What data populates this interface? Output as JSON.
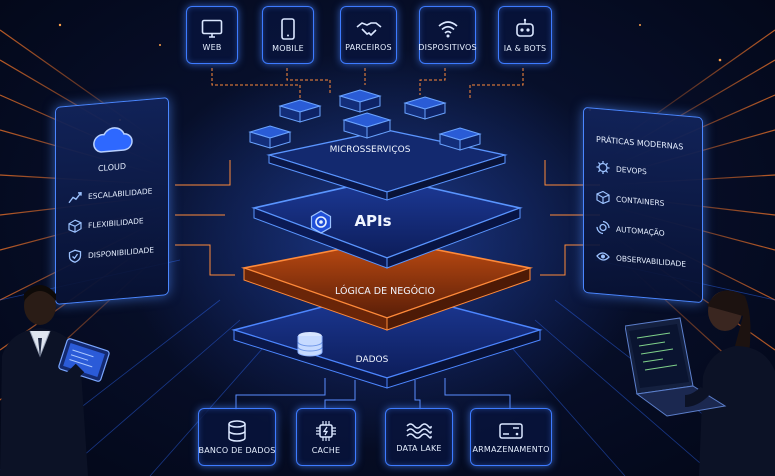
{
  "top_row": [
    {
      "label": "WEB",
      "icon": "monitor-icon"
    },
    {
      "label": "MOBILE",
      "icon": "smartphone-icon"
    },
    {
      "label": "PARCEIROS",
      "icon": "handshake-icon"
    },
    {
      "label": "DISPOSITIVOS",
      "icon": "wifi-icon"
    },
    {
      "label": "IA & BOTS",
      "icon": "robot-icon"
    }
  ],
  "layers": {
    "microservices": "MICROSSERVIÇOS",
    "apis": "APIs",
    "business_logic": "LÓGICA DE NEGÓCIO",
    "data": "DADOS"
  },
  "left_panel": {
    "title": "CLOUD",
    "items": [
      {
        "label": "ESCALABILIDADE",
        "icon": "chart-up-icon"
      },
      {
        "label": "FLEXIBILIDADE",
        "icon": "cube-icon"
      },
      {
        "label": "DISPONIBILIDADE",
        "icon": "shield-check-icon"
      }
    ]
  },
  "right_panel": {
    "title": "PRÁTICAS MODERNAS",
    "items": [
      {
        "label": "DEVOPS",
        "icon": "gear-icon"
      },
      {
        "label": "CONTAINERS",
        "icon": "cube-icon"
      },
      {
        "label": "AUTOMAÇÃO",
        "icon": "cog-refresh-icon"
      },
      {
        "label": "OBSERVABILIDADE",
        "icon": "eye-icon"
      }
    ]
  },
  "bottom_row": [
    {
      "label": "BANCO DE DADOS",
      "icon": "database-icon"
    },
    {
      "label": "CACHE",
      "icon": "chip-icon"
    },
    {
      "label": "DATA LAKE",
      "icon": "waves-icon"
    },
    {
      "label": "ARMAZENAMENTO",
      "icon": "storage-drive-icon"
    }
  ],
  "colors": {
    "accent_blue": "#3d7bff",
    "accent_orange": "#ff7a2a",
    "background": "#050b22"
  }
}
